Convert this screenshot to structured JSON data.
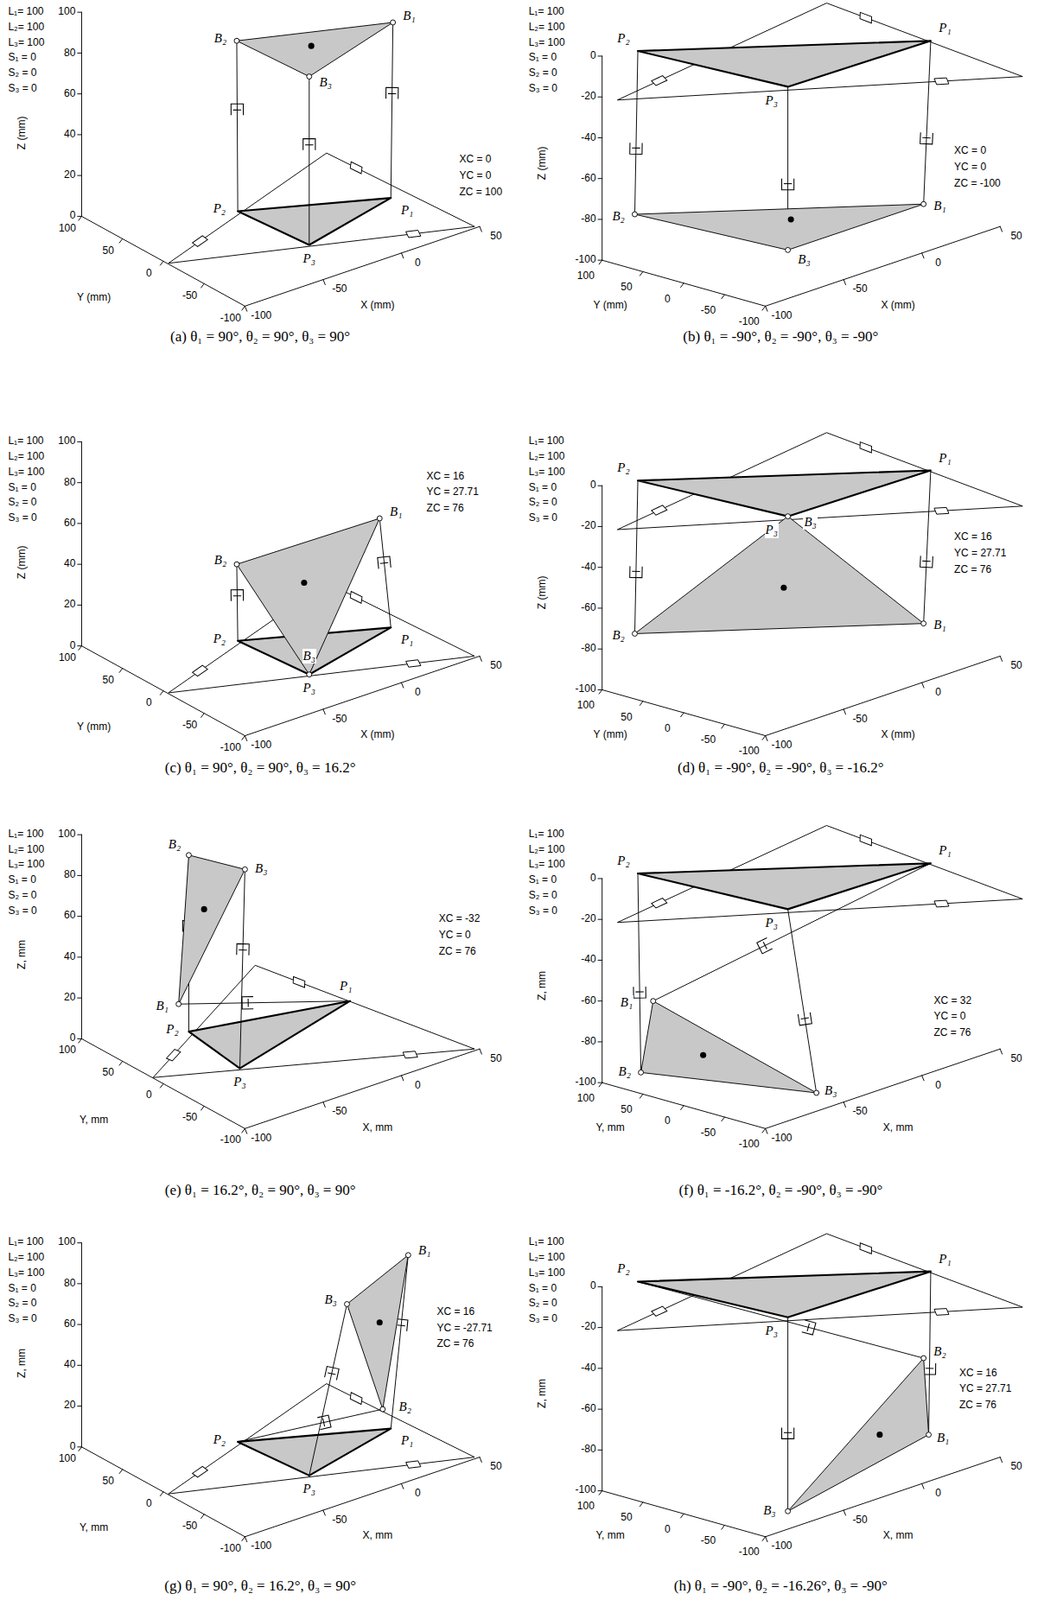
{
  "diagram": {
    "labels": [
      "L₁= 100",
      "L₂= 100",
      "L₃= 100",
      "S₁ = 0",
      "S₂ = 0",
      "S₃ = 0",
      "100",
      "80",
      "60",
      "40",
      "20",
      "0",
      "Z (mm)",
      "100",
      "50",
      "0",
      "-50",
      "-100",
      "Y (mm)",
      "-100",
      "-50",
      "0",
      "50",
      "X (mm)",
      "B₁",
      "B₂",
      "B₃",
      "P₁",
      "P₂",
      "P₃",
      "XC = 0",
      "YC = 0",
      "ZC = 100",
      "(a) θ₁ = 90°, θ₂ = 90°, θ₃ = 90°",
      "L₁= 100",
      "L₂= 100",
      "L₃= 100",
      "S₁ = 0",
      "S₂ = 0",
      "S₃ = 0",
      "0",
      "-20",
      "-40",
      "-60",
      "-80",
      "-100",
      "Z (mm)",
      "100",
      "50",
      "0",
      "-50",
      "-100",
      "Y (mm)",
      "-100",
      "-50",
      "0",
      "50",
      "X (mm)",
      "B₁",
      "B₂",
      "B₃",
      "P₁",
      "P₂",
      "P₃",
      "XC = 0",
      "YC = 0",
      "ZC = -100",
      "(b) θ₁ = -90°, θ₂ = -90°, θ₃ = -90°",
      "L₁= 100",
      "L₂= 100",
      "L₃= 100",
      "S₁ = 0",
      "S₂ = 0",
      "S₃ = 0",
      "100",
      "80",
      "60",
      "40",
      "20",
      "0",
      "Z (mm)",
      "100",
      "50",
      "0",
      "-50",
      "-100",
      "Y (mm)",
      "-100",
      "-50",
      "0",
      "50",
      "X (mm)",
      "B₁",
      "B₂",
      "B₃",
      "P₁",
      "P₂",
      "P₃",
      "XC = 16",
      "YC = 27.71",
      "ZC = 76",
      "(c) θ₁ = 90°, θ₂ = 90°, θ₃ = 16.2°",
      "L₁= 100",
      "L₂= 100",
      "L₃= 100",
      "S₁ = 0",
      "S₂ = 0",
      "S₃ = 0",
      "0",
      "-20",
      "-40",
      "-60",
      "-80",
      "-100",
      "Z (mm)",
      "100",
      "50",
      "0",
      "-50",
      "-100",
      "Y (mm)",
      "-100",
      "-50",
      "0",
      "50",
      "X (mm)",
      "B₁",
      "B₂",
      "B₃",
      "P₁",
      "P₂",
      "P₃",
      "XC = 16",
      "YC = 27.71",
      "ZC = 76",
      "(d) θ₁ = -90°, θ₂ = -90°, θ₃ = -16.2°",
      "L₁= 100",
      "L₂= 100",
      "L₃= 100",
      "S₁ = 0",
      "S₂ = 0",
      "S₃ = 0",
      "100",
      "80",
      "60",
      "40",
      "20",
      "0",
      "Z, mm",
      "100",
      "50",
      "0",
      "-50",
      "-100",
      "Y, mm",
      "-100",
      "-50",
      "0",
      "50",
      "X, mm",
      "B₁",
      "B₂",
      "B₃",
      "P₁",
      "P₂",
      "P₃",
      "XC = -32",
      "YC = 0",
      "ZC = 76",
      "(e) θ₁ = 16.2°, θ₂ = 90°, θ₃ = 90°",
      "L₁= 100",
      "L₂= 100",
      "L₃= 100",
      "S₁ = 0",
      "S₂ = 0",
      "S₃ = 0",
      "0",
      "-20",
      "-40",
      "-60",
      "-80",
      "-100",
      "Z, mm",
      "100",
      "50",
      "0",
      "-50",
      "-100",
      "Y, mm",
      "-100",
      "-50",
      "0",
      "50",
      "X, mm",
      "B₁",
      "B₂",
      "B₃",
      "P₁",
      "P₂",
      "P₃",
      "XC = 32",
      "YC = 0",
      "ZC = 76",
      "(f) θ₁ = -16.2°, θ₂ = -90°, θ₃ = -90°",
      "L₁= 100",
      "L₂= 100",
      "L₃= 100",
      "S₁ = 0",
      "S₂ = 0",
      "S₃ = 0",
      "100",
      "80",
      "60",
      "40",
      "20",
      "0",
      "Z, mm",
      "100",
      "50",
      "0",
      "-50",
      "-100",
      "Y, mm",
      "-100",
      "-50",
      "0",
      "50",
      "X, mm",
      "B₁",
      "B₂",
      "B₃",
      "P₁",
      "P₂",
      "P₃",
      "XC = 16",
      "YC = -27.71",
      "ZC = 76",
      "(g) θ₁ = 90°, θ₂ = 16.2°, θ₃ = 90°",
      "L₁= 100",
      "L₂= 100",
      "L₃= 100",
      "S₁ = 0",
      "S₂ = 0",
      "S₃ = 0",
      "0",
      "-20",
      "-40",
      "-60",
      "-80",
      "-100",
      "Z, mm",
      "100",
      "50",
      "0",
      "-50",
      "-100",
      "Y, mm",
      "-100",
      "-50",
      "0",
      "50",
      "X, mm",
      "B₁",
      "B₂",
      "B₃",
      "P₁",
      "P₂",
      "P₃",
      "XC = 16",
      "YC = 27.71",
      "ZC = 76",
      "(h) θ₁ = -90°, θ₂ = -16.26°, θ₃ = -90°"
    ]
  }
}
